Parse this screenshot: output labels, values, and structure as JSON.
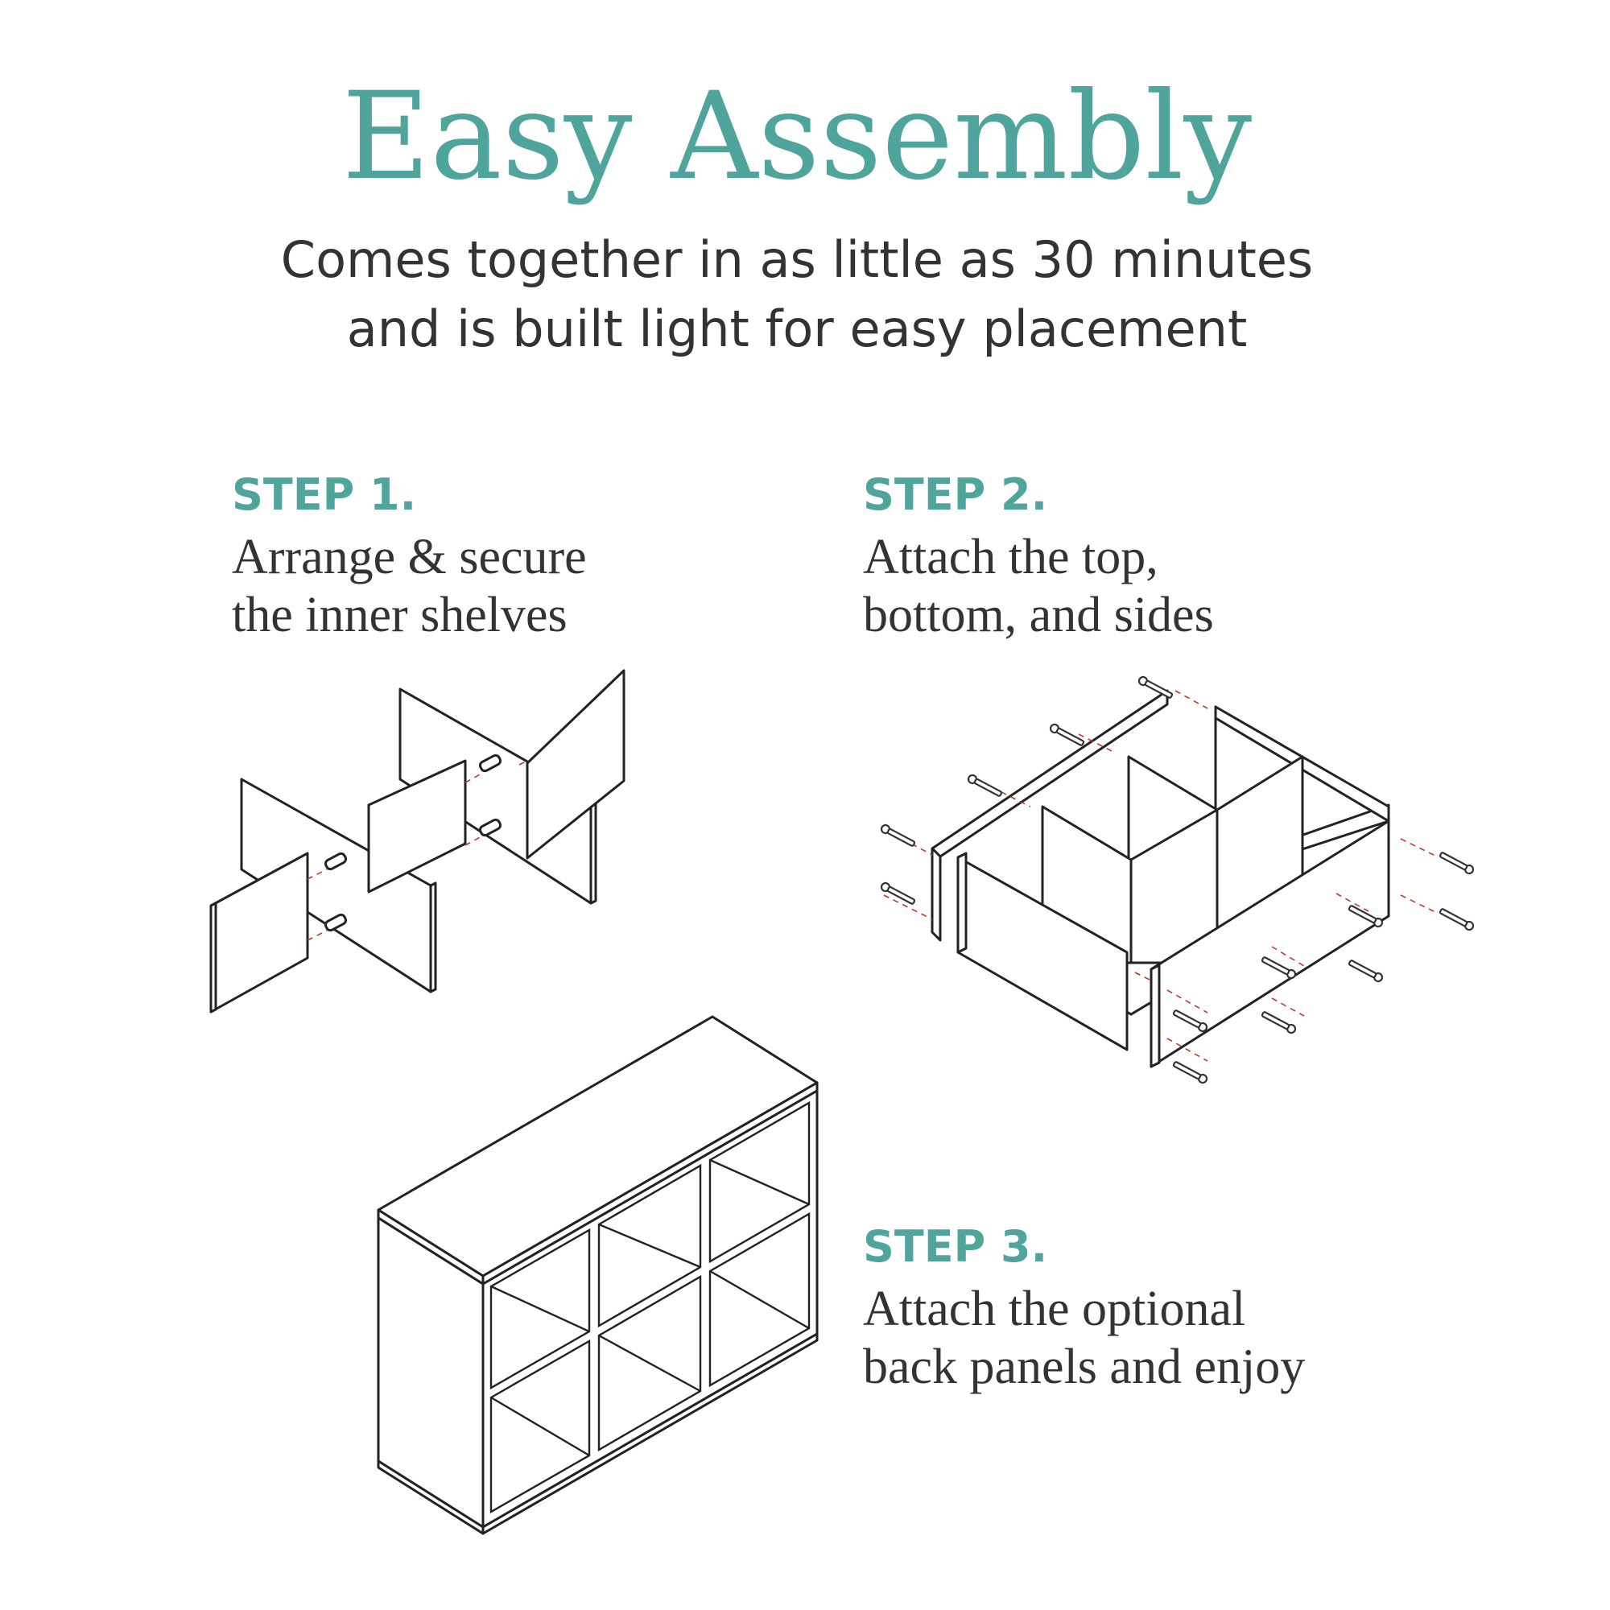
{
  "header": {
    "title": "Easy Assembly",
    "subtitle_line1": "Comes together in as little as 30 minutes",
    "subtitle_line2": "and is built light for easy placement"
  },
  "steps": [
    {
      "label": "STEP 1.",
      "line1": "Arrange & secure",
      "line2": "the inner shelves"
    },
    {
      "label": "STEP 2.",
      "line1": "Attach the top,",
      "line2": "bottom, and sides"
    },
    {
      "label": "STEP 3.",
      "line1": "Attach the optional",
      "line2": "back panels and enjoy"
    }
  ],
  "colors": {
    "accent": "#4fa59c",
    "text": "#333333",
    "line": "#222222",
    "guide": "#c0392b"
  }
}
